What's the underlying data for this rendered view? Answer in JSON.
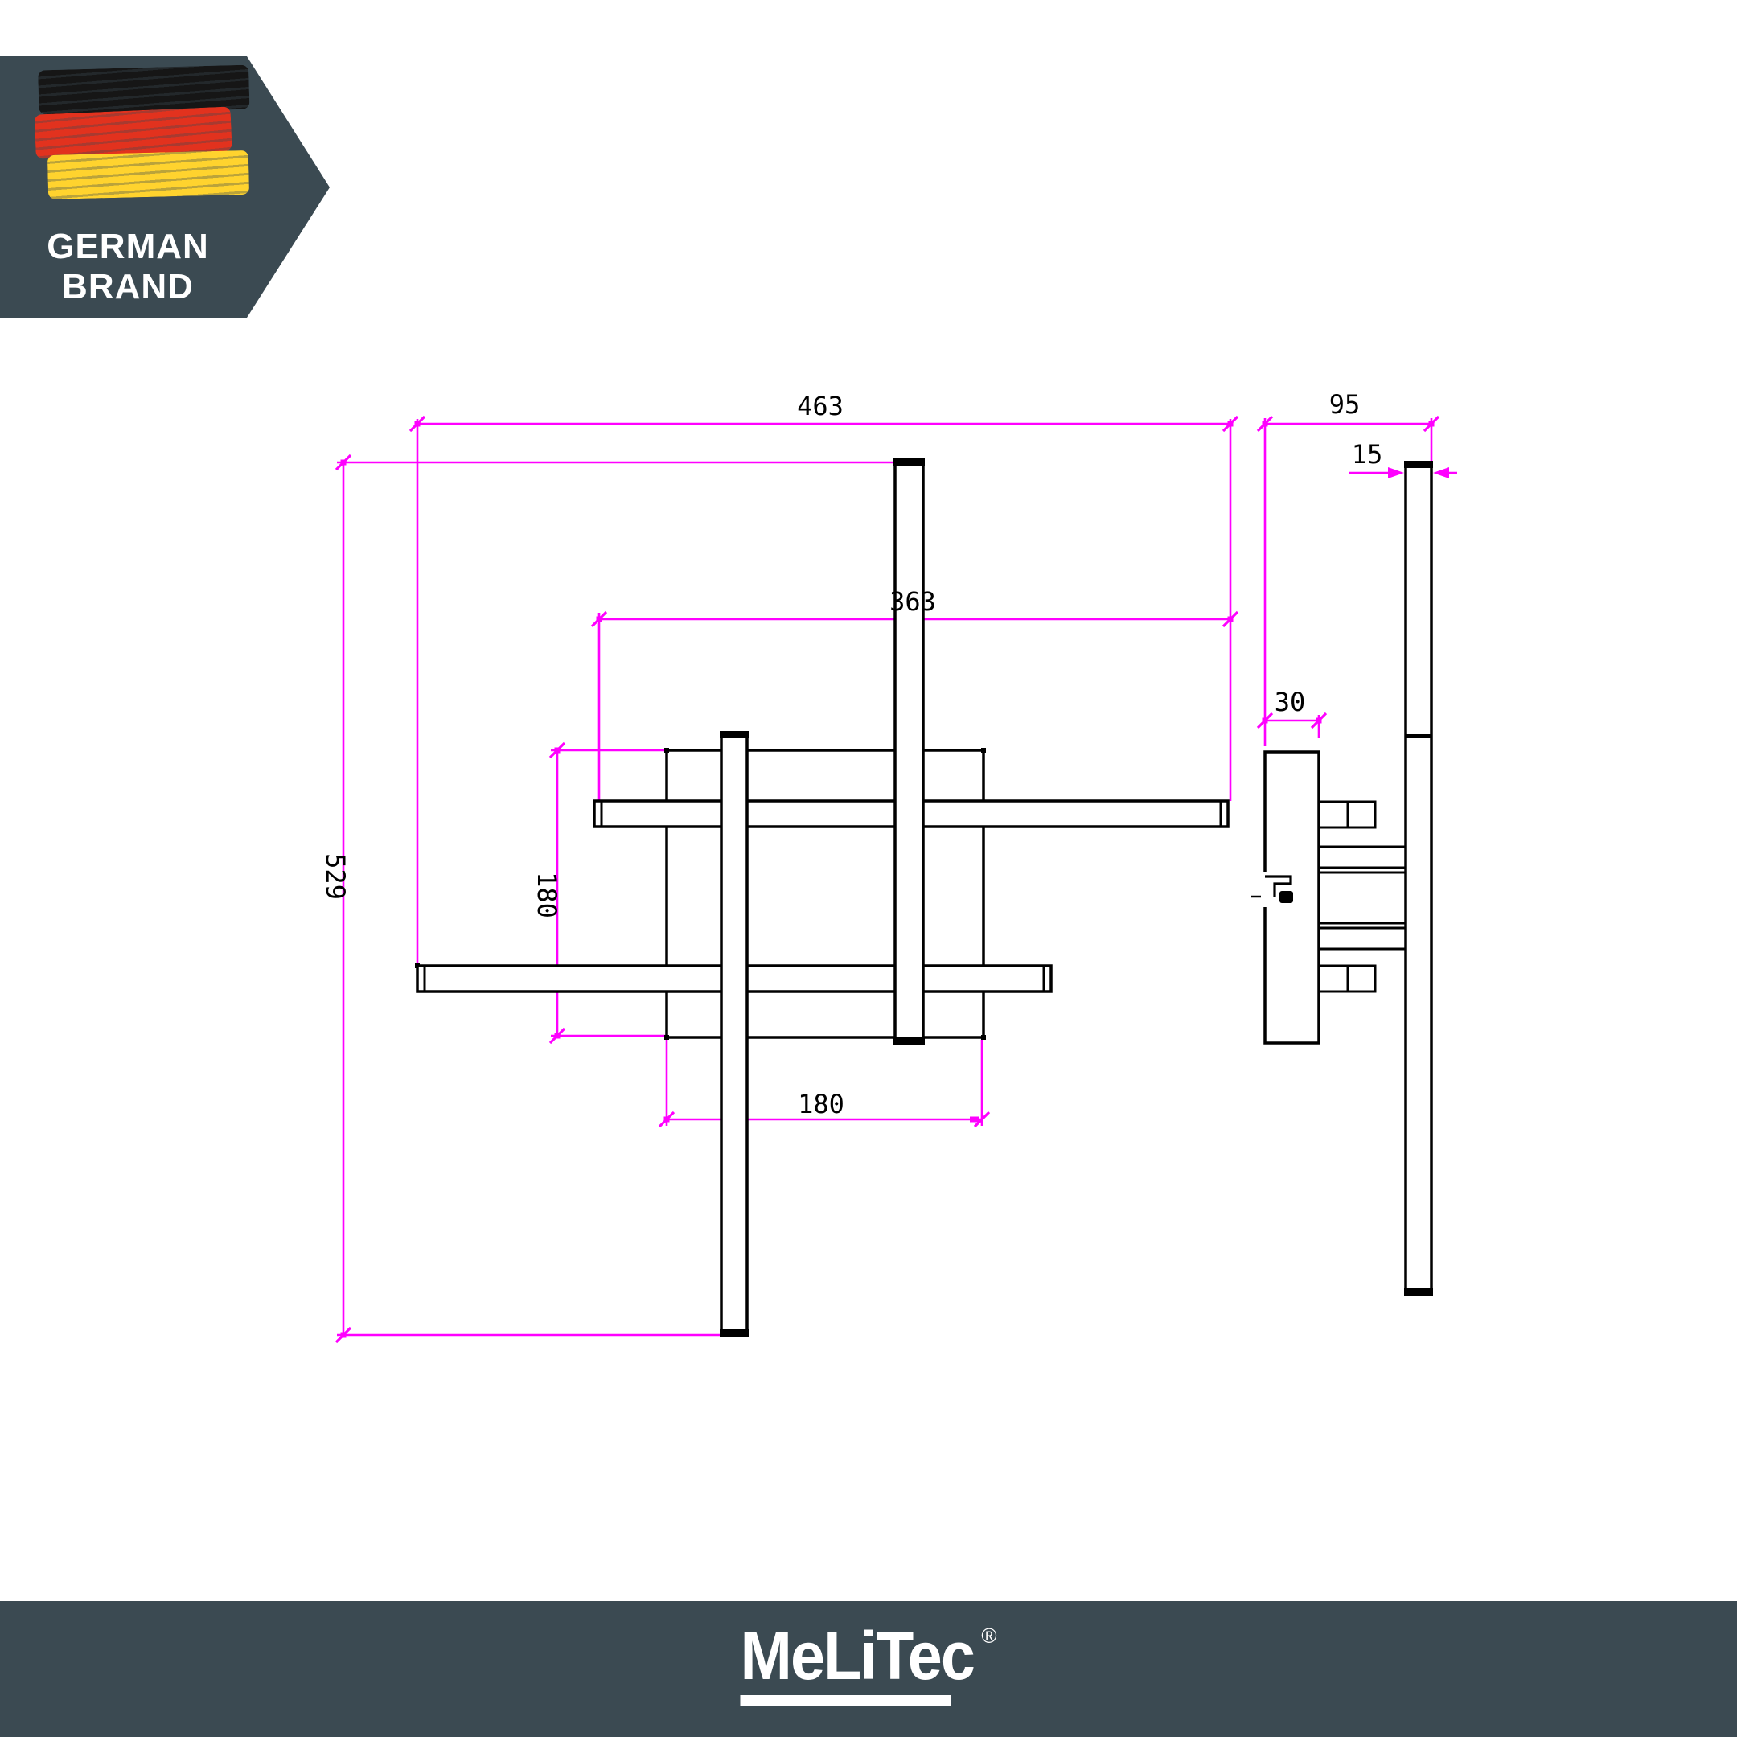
{
  "badge": {
    "label_line1": "GERMAN",
    "label_line2": "BRAND",
    "background_color": "#3B4A52",
    "flag_icon_colors": {
      "black": "#161616",
      "red": "#E2321E",
      "gold": "#FFD32E"
    }
  },
  "technical_drawing": {
    "front_view": {
      "overall_width_mm": "463",
      "upper_bar_width_mm": "363",
      "overall_height_mm": "529",
      "housing_height_mm": "180",
      "housing_width_mm": "180"
    },
    "side_view": {
      "overall_depth_mm": "95",
      "bar_thickness_mm": "15",
      "bracket_depth_mm": "30"
    },
    "dimension_line_color": "#FF00FF",
    "outline_color": "#000000"
  },
  "footer": {
    "brand": "MeLiTec",
    "registered_mark": "®",
    "background_color": "#3B4A52"
  }
}
